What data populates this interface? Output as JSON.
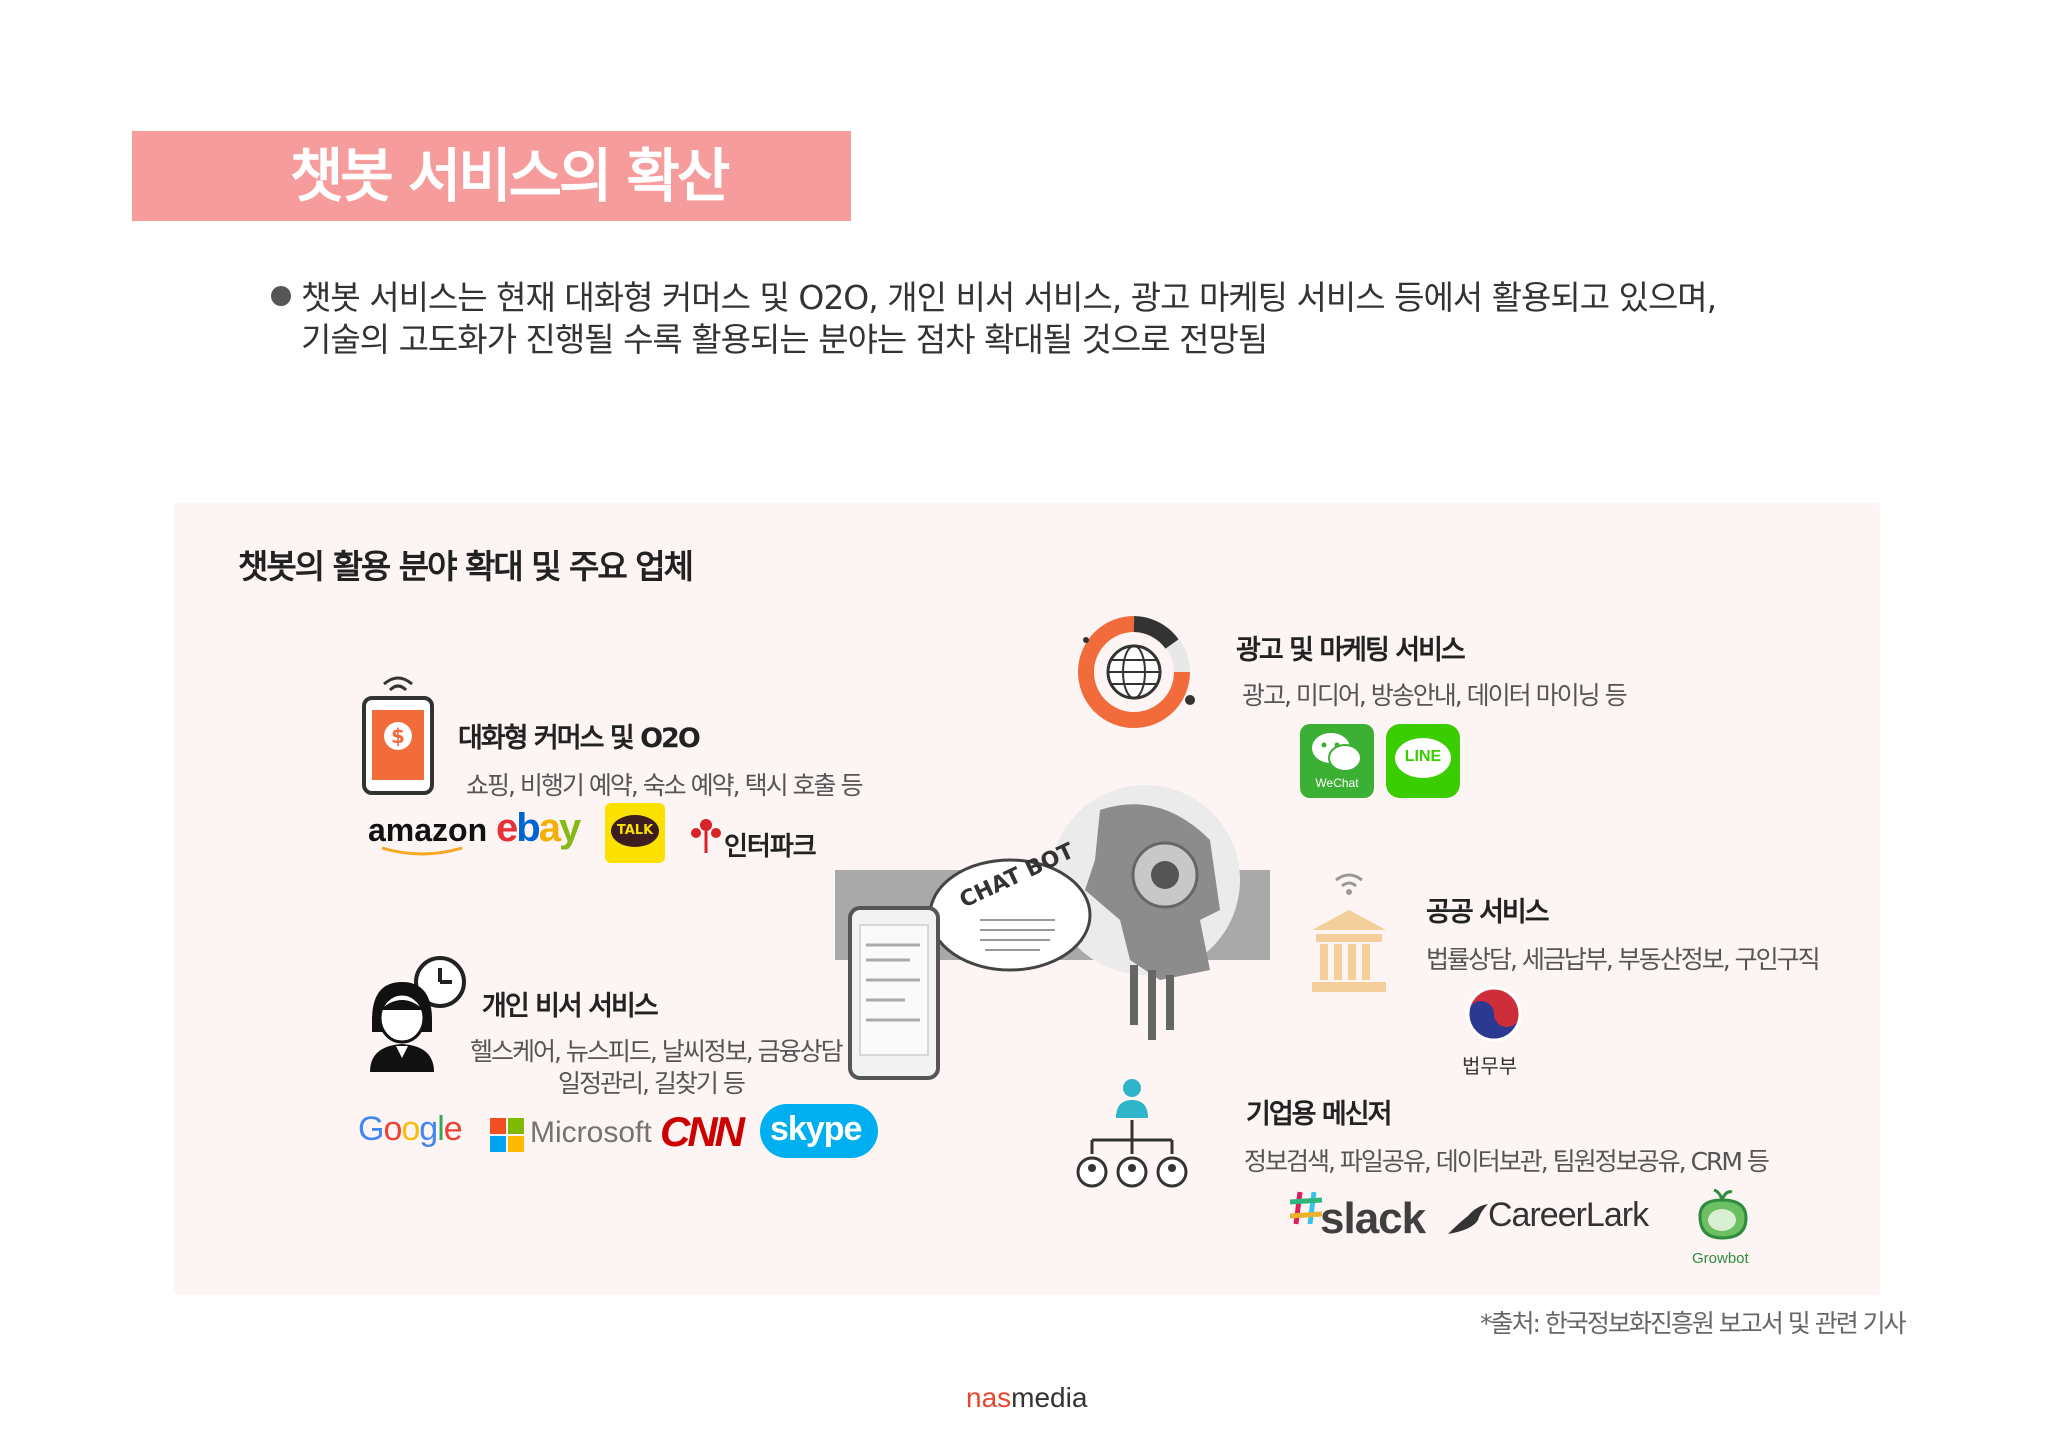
{
  "title": "챗봇 서비스의 확산",
  "bullet": {
    "line1": "챗봇 서비스는 현재 대화형 커머스 및 O2O, 개인 비서 서비스, 광고 마케팅 서비스 등에서 활용되고 있으며,",
    "line2": "기술의 고도화가 진행될 수록 활용되는 분야는 점차 확대될 것으로 전망됨"
  },
  "panel": {
    "title": "챗봇의 활용 분야 확대 및 주요 업체",
    "center_label": "CHAT BOT",
    "sections": {
      "commerce": {
        "title": "대화형 커머스 및 O2O",
        "desc": "쇼핑, 비행기 예약, 숙소 예약, 택시 호출 등",
        "icon": "mobile-payment-icon",
        "logos": [
          "amazon",
          "ebay",
          "TALK",
          "인터파크"
        ]
      },
      "assistant": {
        "title": "개인 비서 서비스",
        "desc1": "헬스케어, 뉴스피드, 날씨정보, 금융상담",
        "desc2": "일정관리, 길찾기 등",
        "icon": "assistant-clock-icon",
        "logos": [
          "Google",
          "Microsoft",
          "CNN",
          "skype"
        ]
      },
      "marketing": {
        "title": "광고 및 마케팅 서비스",
        "desc": "광고, 미디어, 방송안내, 데이터 마이닝 등",
        "icon": "globe-chart-icon",
        "logos": [
          "WeChat",
          "LINE"
        ]
      },
      "public": {
        "title": "공공 서비스",
        "desc": "법률상담, 세금납부, 부동산정보, 구인구직",
        "icon": "government-building-icon",
        "logos": [
          "법무부"
        ]
      },
      "enterprise": {
        "title": "기업용 메신저",
        "desc": "정보검색, 파일공유, 데이터보관, 팀원정보공유, CRM 등",
        "icon": "org-network-icon",
        "logos": [
          "slack",
          "CareerLark",
          "Growbot"
        ]
      }
    }
  },
  "source": "*출처: 한국정보화진흥원 보고서 및 관련 기사",
  "footer": {
    "brand_part1": "nas",
    "brand_part2": "media"
  },
  "colors": {
    "title_bar": "#f79c9c",
    "panel_bg": "#fdf4f4",
    "accent_orange": "#f26b3a"
  }
}
